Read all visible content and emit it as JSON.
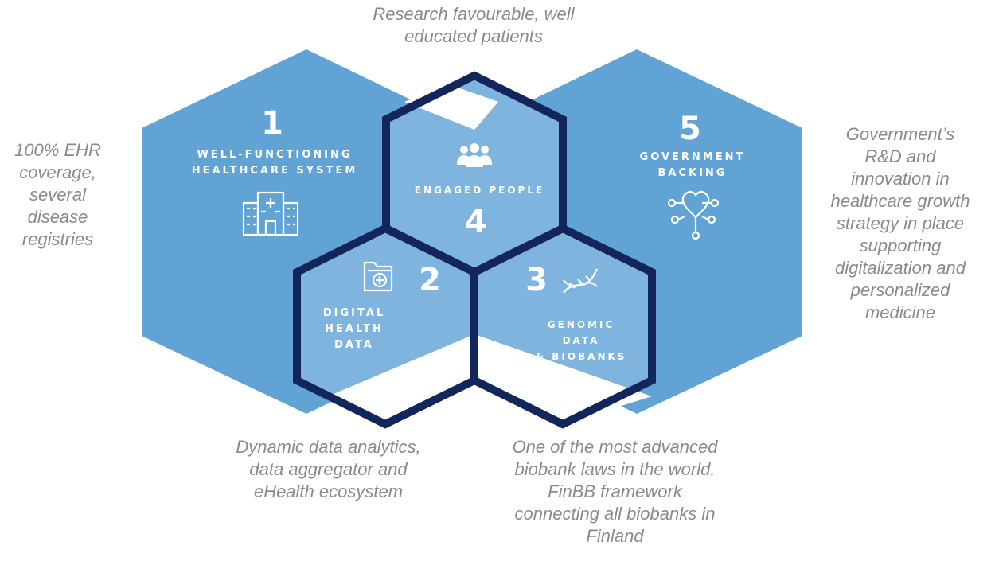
{
  "captions": {
    "top": "Research favourable, well\neducated patients",
    "left": "100% EHR\ncoverage,\nseveral\ndisease\nregistries",
    "right": "Government’s\nR&D and\ninnovation in\nhealthcare growth\nstrategy in place\nsupporting\ndigitalization and\npersonalized\nmedicine",
    "bottom_left": "Dynamic data analytics,\ndata aggregator and\neHealth ecosystem",
    "bottom_right": "One of the most advanced\nbiobank laws in the world.\nFinBB framework\nconnecting all biobanks in\nFinland"
  },
  "hexagons": {
    "h1": {
      "number": "1",
      "label": "WELL-FUNCTIONING\nHEALTHCARE SYSTEM",
      "icon": "hospital-icon"
    },
    "h2": {
      "number": "2",
      "label": "DIGITAL\nHEALTH\nDATA",
      "icon": "medical-folder-icon"
    },
    "h3": {
      "number": "3",
      "label": "GENOMIC\nDATA\n& BIOBANKS",
      "icon": "dna-icon"
    },
    "h4": {
      "number": "4",
      "label": "ENGAGED PEOPLE",
      "icon": "people-group-icon"
    },
    "h5": {
      "number": "5",
      "label": "GOVERNMENT\nBACKING",
      "icon": "network-heart-icon"
    }
  },
  "colors": {
    "hex_fill": "#62a3d6",
    "hex_light": "#7fb4de",
    "outline": "#13265b",
    "caption": "#8a8a8a"
  }
}
